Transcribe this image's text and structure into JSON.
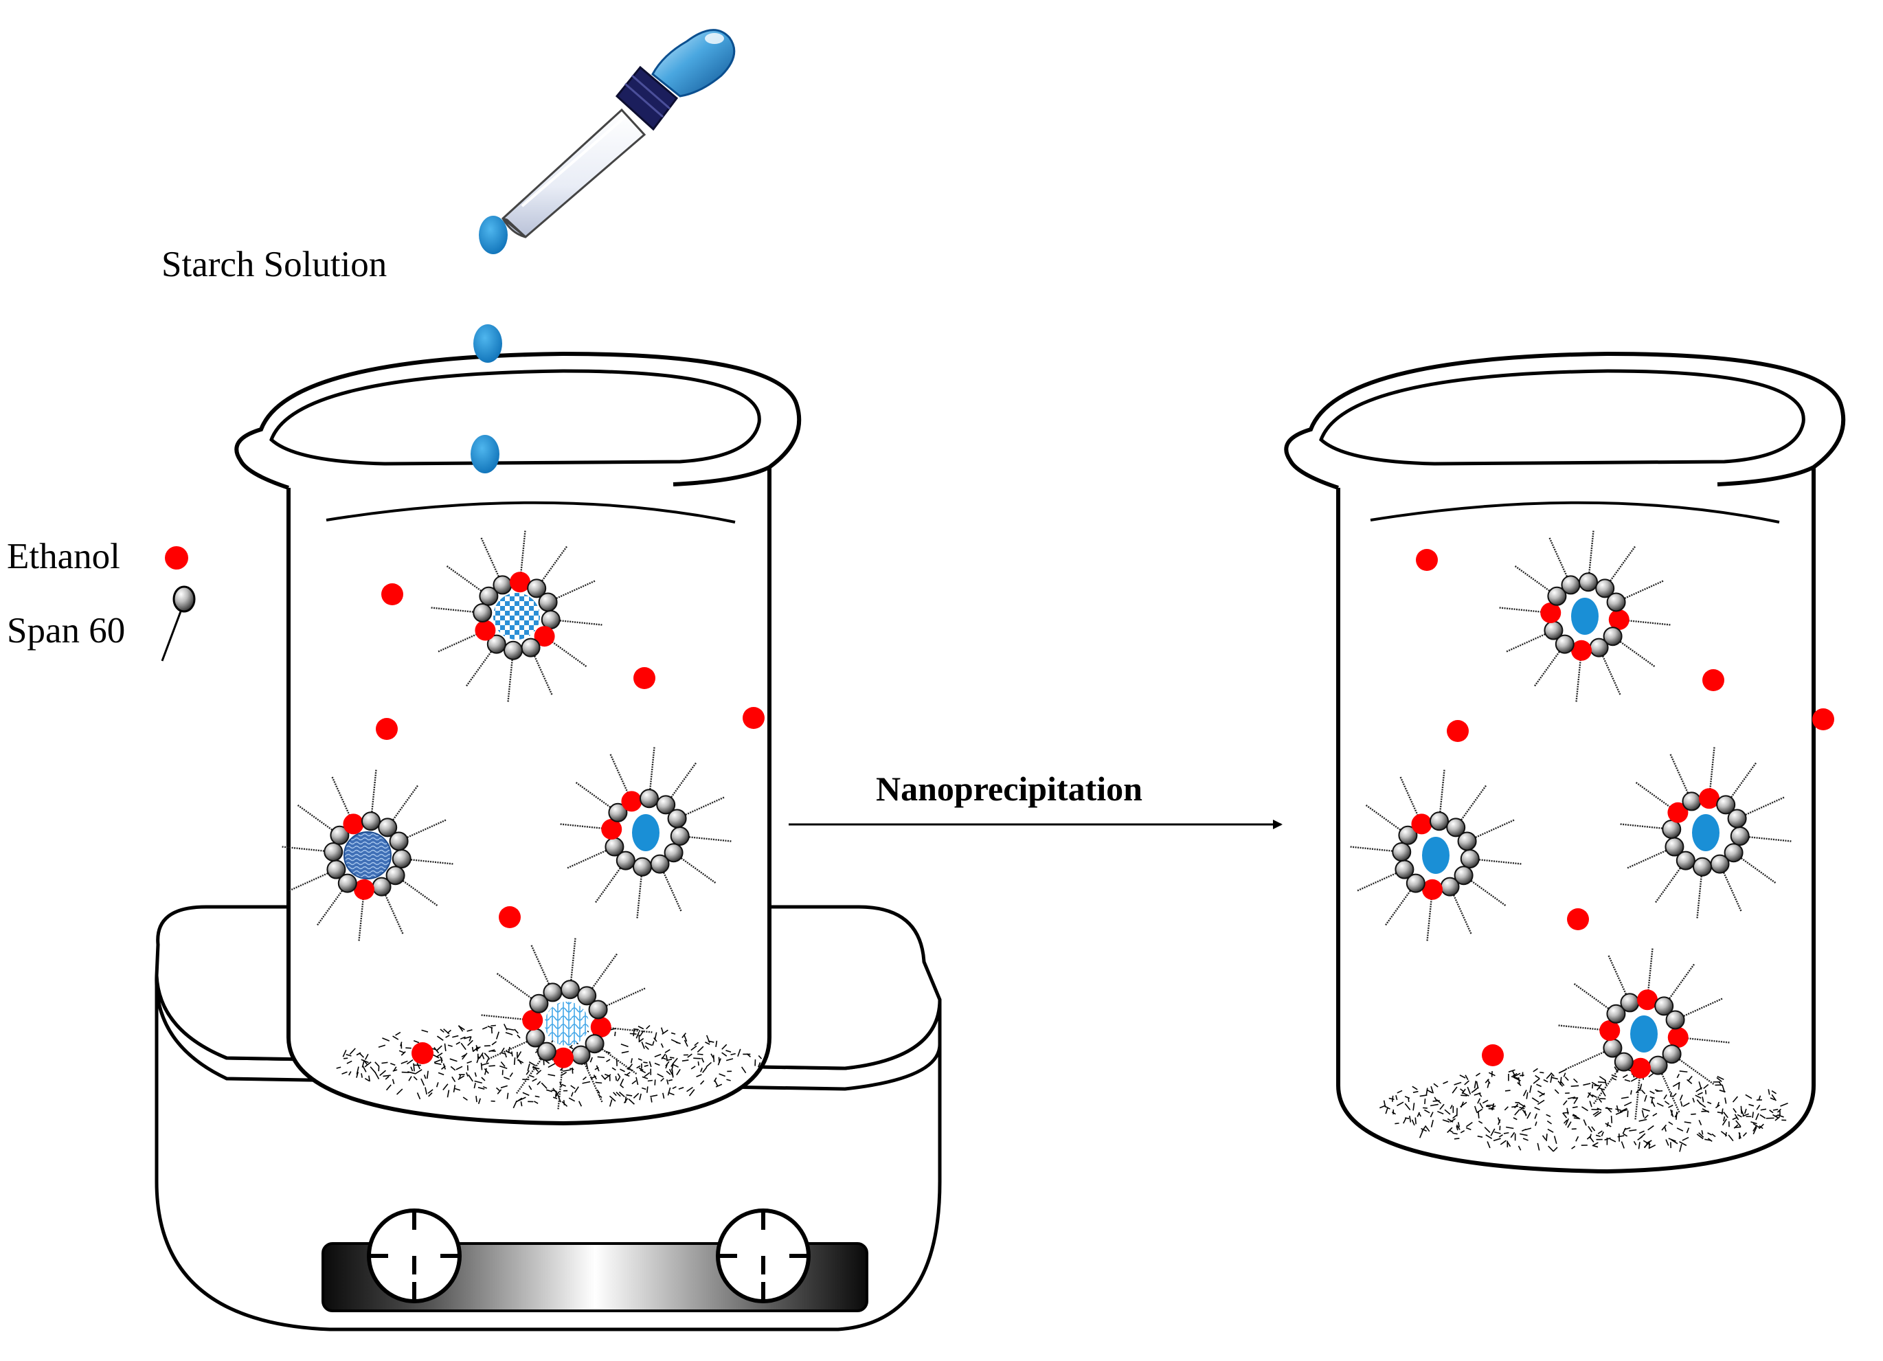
{
  "labels": {
    "starch_solution": "Starch Solution",
    "ethanol": "Ethanol",
    "span60": "Span 60",
    "process": "Nanoprecipitation"
  },
  "colors": {
    "ethanol": "#ff0000",
    "starch_drop": "#1a8fd6",
    "surfactant_head": "#9a9a9a",
    "outline": "#000000",
    "dropper_cap": "#1b1e5c"
  },
  "icons": {
    "dropper": "dropper-icon",
    "beaker": "beaker-icon",
    "hot_plate": "magnetic-stirrer-hot-plate-icon",
    "micelle": "starch-nanoparticle-icon",
    "arrow": "arrow-right-icon"
  }
}
